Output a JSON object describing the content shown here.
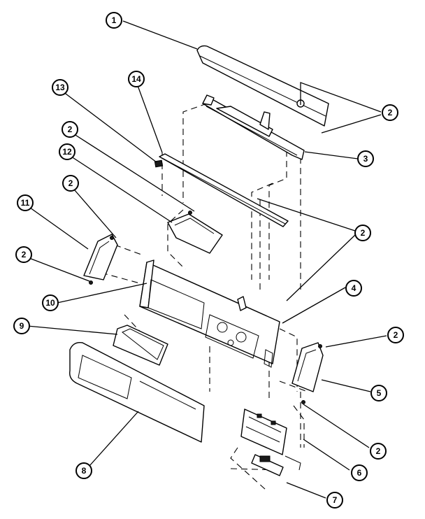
{
  "diagram": {
    "type": "exploded-parts-view",
    "callouts": [
      {
        "id": "c1",
        "label": "1"
      },
      {
        "id": "c2a",
        "label": "2"
      },
      {
        "id": "c3",
        "label": "3"
      },
      {
        "id": "c13",
        "label": "13"
      },
      {
        "id": "c14",
        "label": "14"
      },
      {
        "id": "c2b",
        "label": "2"
      },
      {
        "id": "c12",
        "label": "12"
      },
      {
        "id": "c2c",
        "label": "2"
      },
      {
        "id": "c11",
        "label": "11"
      },
      {
        "id": "c2d",
        "label": "2"
      },
      {
        "id": "c2e",
        "label": "2"
      },
      {
        "id": "c10",
        "label": "10"
      },
      {
        "id": "c4",
        "label": "4"
      },
      {
        "id": "c9",
        "label": "9"
      },
      {
        "id": "c2f",
        "label": "2"
      },
      {
        "id": "c5",
        "label": "5"
      },
      {
        "id": "c2g",
        "label": "2"
      },
      {
        "id": "c6",
        "label": "6"
      },
      {
        "id": "c8",
        "label": "8"
      },
      {
        "id": "c7",
        "label": "7"
      }
    ]
  }
}
